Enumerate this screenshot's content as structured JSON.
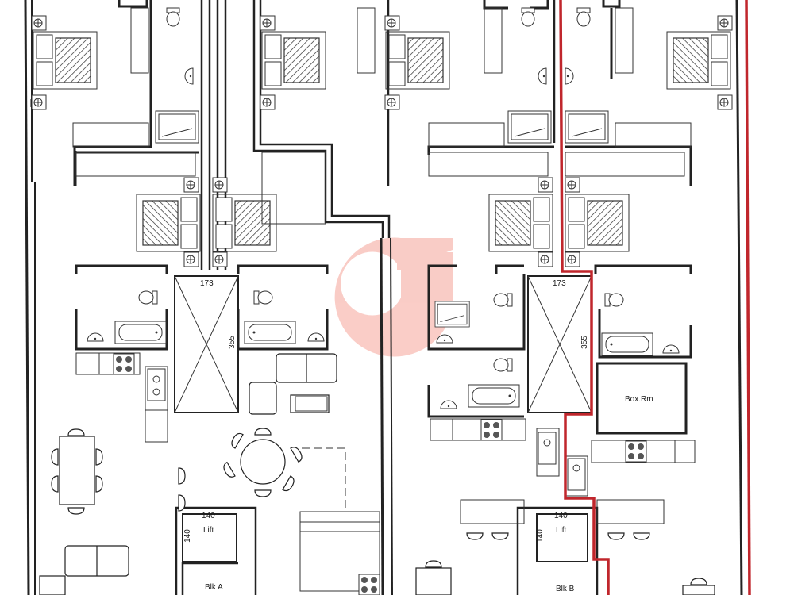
{
  "plan": {
    "type": "residential floor plan",
    "highlight_color": "#c0262c",
    "watermark": {
      "glyph": "G",
      "color": "#f7b8b2"
    },
    "blocks": [
      {
        "name": "Blk A",
        "lift_label": "Lift",
        "lift_width": "140",
        "lift_depth": "140",
        "shaft_width": "173",
        "shaft_depth": "355"
      },
      {
        "name": "Blk B",
        "lift_label": "Lift",
        "lift_width": "140",
        "lift_depth": "140",
        "shaft_width": "173",
        "shaft_depth": "355"
      }
    ],
    "rooms": {
      "box_room": "Box.Rm"
    }
  }
}
